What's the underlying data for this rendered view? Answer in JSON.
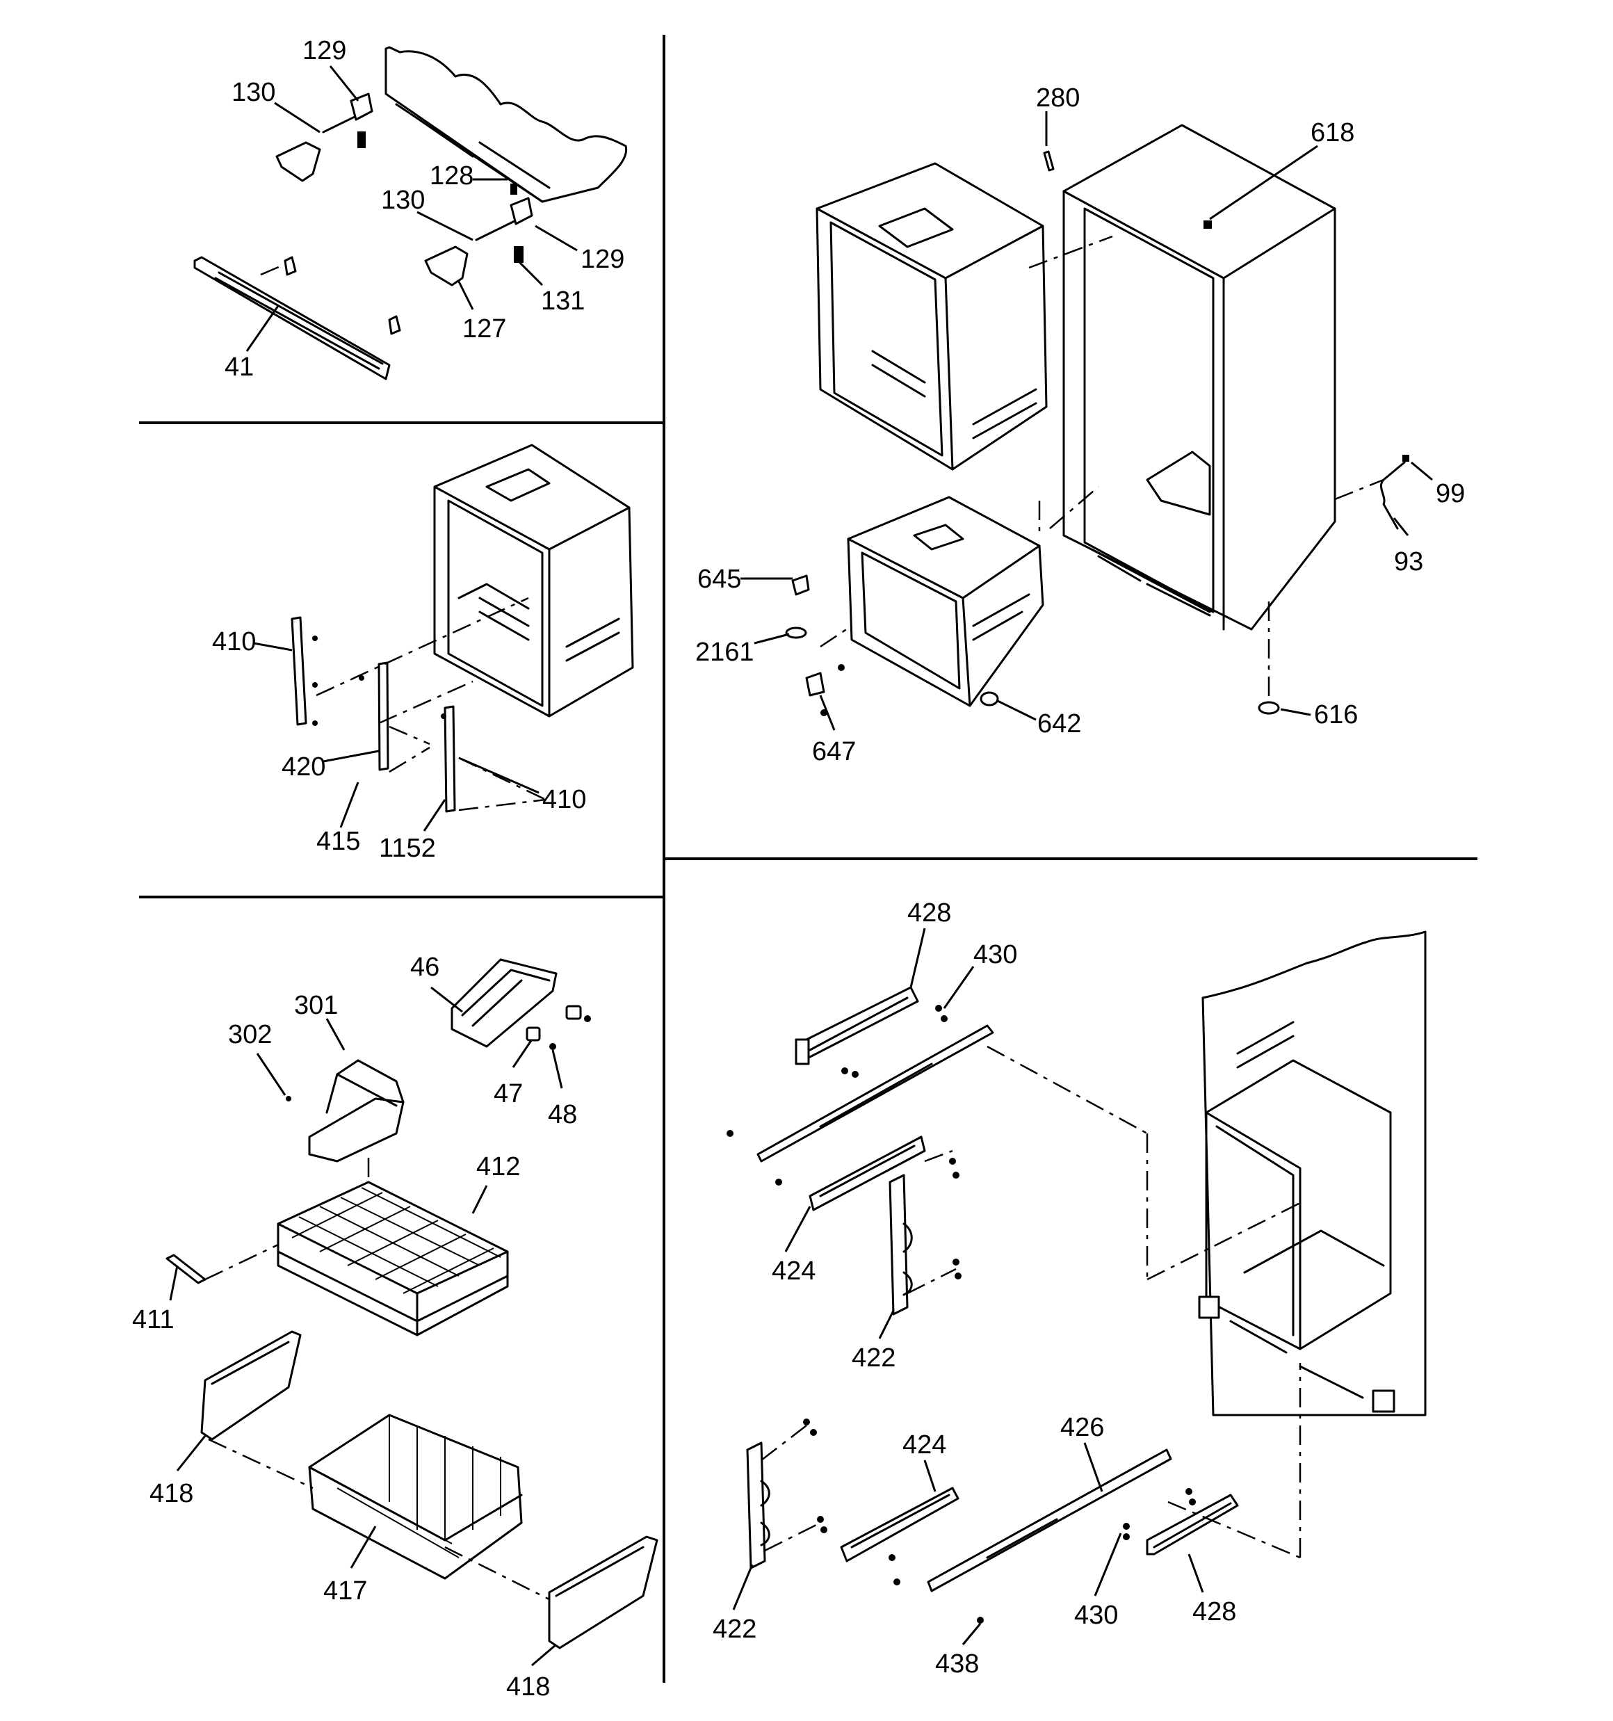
{
  "sections": {
    "top_left": {
      "labels": [
        "129",
        "130",
        "128",
        "130",
        "129",
        "131",
        "127",
        "41"
      ]
    },
    "middle_left": {
      "labels": [
        "410",
        "420",
        "415",
        "1152",
        "410"
      ]
    },
    "top_right": {
      "labels": [
        "280",
        "618",
        "99",
        "93",
        "645",
        "2161",
        "647",
        "642",
        "616"
      ]
    },
    "bottom_left": {
      "labels": [
        "46",
        "301",
        "302",
        "47",
        "48",
        "412",
        "411",
        "418",
        "417",
        "418"
      ]
    },
    "bottom_right": {
      "labels": [
        "428",
        "430",
        "424",
        "422",
        "424",
        "426",
        "422",
        "430",
        "428",
        "438"
      ]
    }
  }
}
